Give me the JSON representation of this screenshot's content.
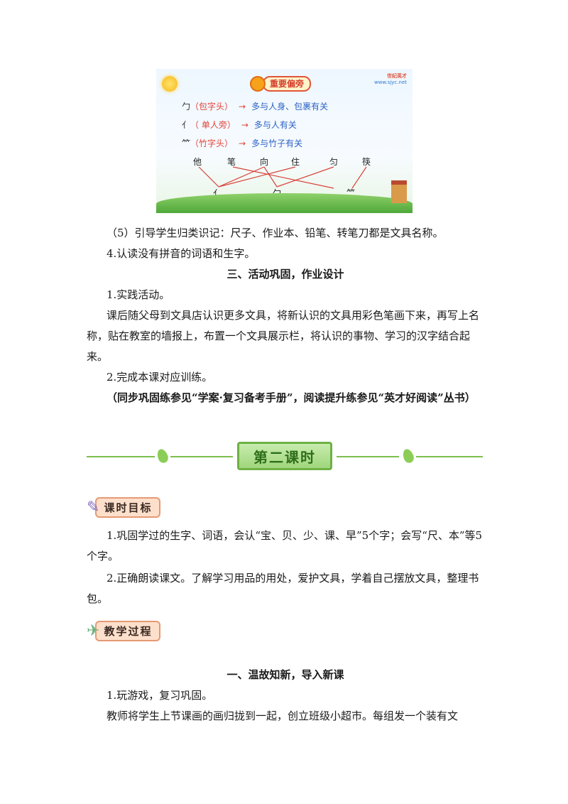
{
  "slide": {
    "brand_name": "世纪英才",
    "brand_url": "www.sjyc.net",
    "title": "重要偏旁",
    "rows": [
      {
        "radical": "勹",
        "name": "（包字头）",
        "desc": "多与人身、包裹有关"
      },
      {
        "radical": "亻",
        "name": "（ 单人旁）",
        "desc": "多与人有关"
      },
      {
        "radical": "⺮",
        "name": "（竹字头）",
        "desc": "多与竹子有关"
      }
    ],
    "top_chars": [
      "他",
      "笔",
      "向",
      "住",
      "匀",
      "筷"
    ],
    "bottom_radicals": [
      "亻",
      "勹",
      "⺮"
    ],
    "arrow": "→"
  },
  "content": {
    "p1": "（5）引导学生归类识记：尺子、作业本、铅笔、转笔刀都是文具名称。",
    "p2": "4.认读没有拼音的词语和生字。",
    "h3": "三、活动巩固，作业设计",
    "p3": "1.实践活动。",
    "p4": "课后随父母到文具店认识更多文具，将新认识的文具用彩色笔画下来，再写上名称，贴在教室的墙报上，布置一个文具展示栏，将认识的事物、学习的汉字结合起来。",
    "p5": "2.完成本课对应训练。",
    "p6": "（同步巩固练参见“学案·复习备考手册”，阅读提升练参见“英才好阅读”丛书）",
    "divider_title": "第二课时",
    "badge_goals": "课时目标",
    "g1": "1.巩固学过的生字、词语，会认“宝、贝、少、课、早”5个字；会写“尺、本”等5个字。",
    "g2": "2.正确朗读课文。了解学习用品的用处，爱护文具，学着自己摆放文具，整理书包。",
    "badge_process": "教学过程",
    "h1": "一、温故知新，导入新课",
    "p7": "1.玩游戏，复习巩固。",
    "p8": "教师将学生上节课画的画归拢到一起，创立班级小超市。每组发一个装有文"
  }
}
